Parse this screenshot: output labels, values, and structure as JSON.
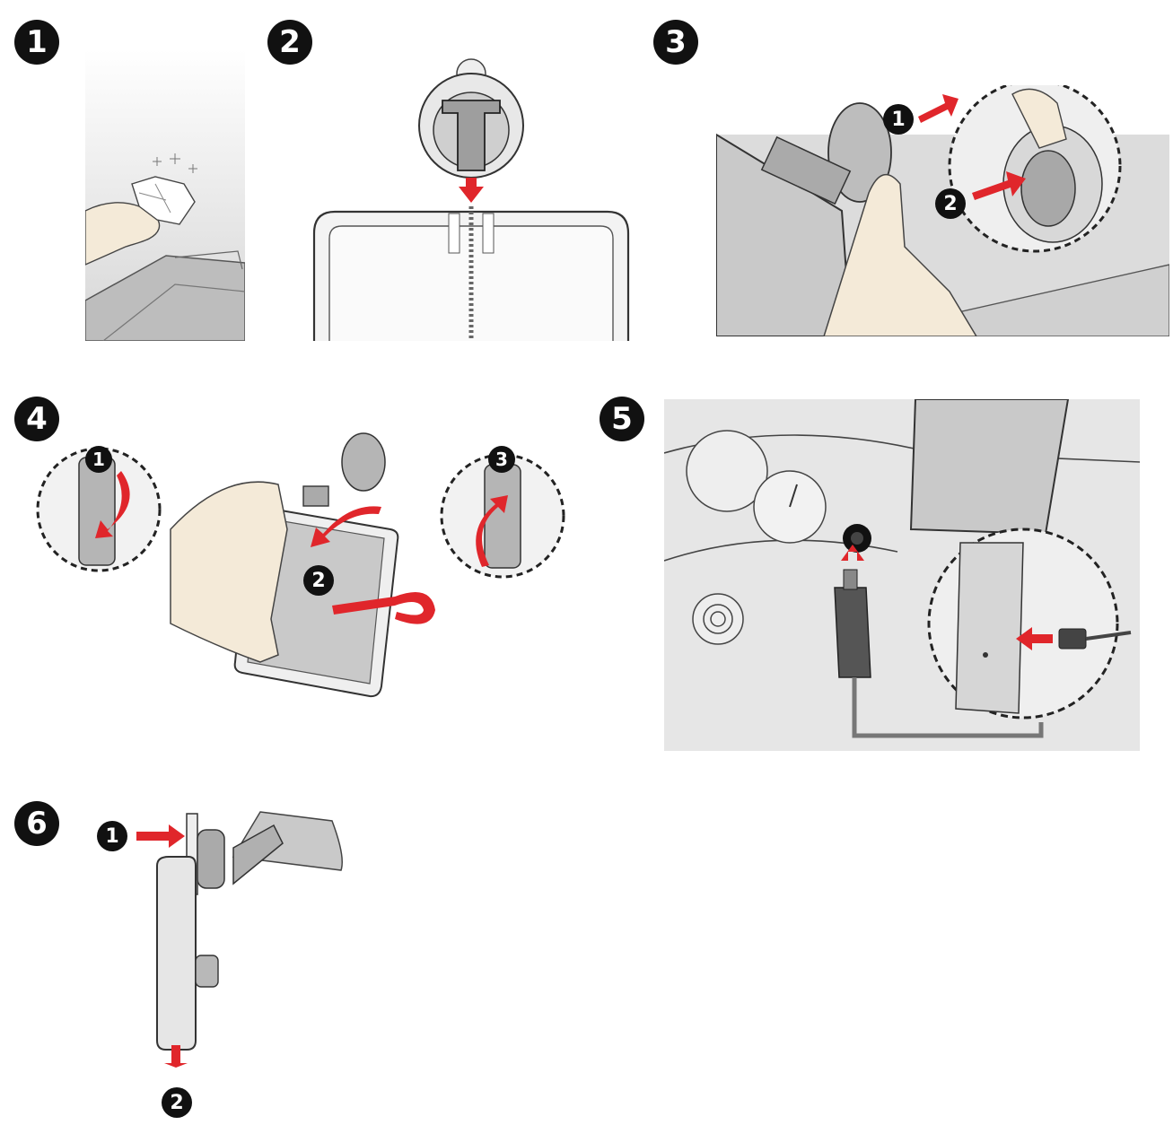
{
  "steps": [
    {
      "number": "1",
      "sub_steps": []
    },
    {
      "number": "2",
      "sub_steps": []
    },
    {
      "number": "3",
      "sub_steps": [
        "1",
        "2"
      ]
    },
    {
      "number": "4",
      "sub_steps": [
        "1",
        "2",
        "3"
      ]
    },
    {
      "number": "5",
      "sub_steps": []
    },
    {
      "number": "6",
      "sub_steps": [
        "1",
        "2"
      ]
    }
  ],
  "colors": {
    "arrow": "#e0262b",
    "badge": "#111111",
    "line": "#333333",
    "screen": "#c9c9c9",
    "skin": "#f4ead8",
    "background_gray": "#dcdcdc"
  }
}
